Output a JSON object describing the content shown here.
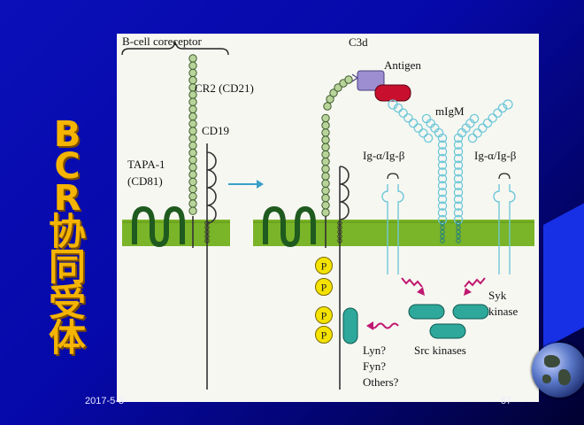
{
  "slide": {
    "title": [
      "B",
      "C",
      "R",
      "协",
      "同",
      "受",
      "体"
    ],
    "date": "2017-5-3",
    "page_number": "57"
  },
  "diagram": {
    "labels": {
      "b_cell_coreceptor": "B-cell coreceptor",
      "cr2": "CR2 (CD21)",
      "cd19": "CD19",
      "tapa1": "TAPA-1",
      "cd81": "(CD81)",
      "c3d": "C3d",
      "antigen": "Antigen",
      "migm": "mIgM",
      "ig_ab_left": "Ig-α/Ig-β",
      "ig_ab_right": "Ig-α/Ig-β",
      "syk": "Syk",
      "kinase": "kinase",
      "src_kinases": "Src kinases",
      "lyn": "Lyn?",
      "fyn": "Fyn?",
      "others": "Others?",
      "p": "P"
    },
    "colors": {
      "membrane": "#7ab428",
      "coreceptor": "#b8d49a",
      "antibody": "#6fc8d8",
      "kinase": "#2ea89a",
      "phosphate": "#f4e200",
      "antigen": "#c8102e",
      "c3d": "#9c8ed0",
      "arrow": "#c01870"
    }
  }
}
